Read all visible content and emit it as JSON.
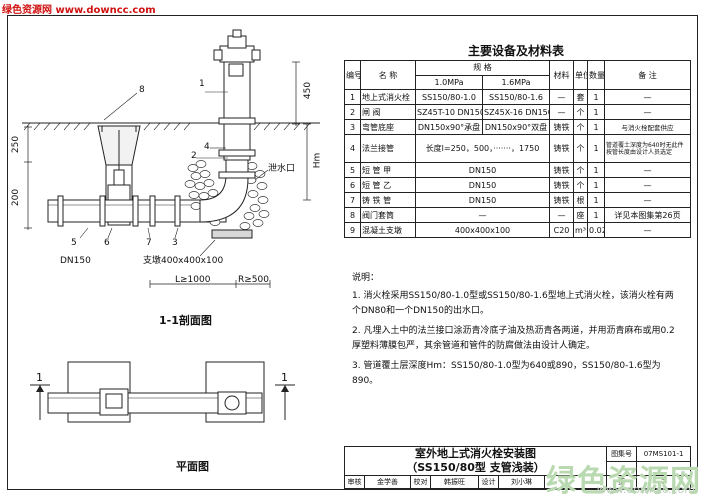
{
  "watermark": {
    "site": "绿色资源网 www.downcc.com",
    "logo": "绿色资源网",
    "url": "www.downcc.com"
  },
  "section_view": {
    "caption": "1-1剖面图",
    "labels": {
      "n1": "1",
      "n2": "2",
      "n3": "3",
      "n4": "4",
      "n5": "5",
      "n6": "6",
      "n7": "7",
      "n8": "8",
      "dim450": "450",
      "dim250": "250",
      "dim200": "200",
      "hm": "Hm",
      "dn150": "DN150",
      "support": "支墩400x400x100",
      "drain": "泄水口",
      "l1000": "L≥1000",
      "r500": "R≥500"
    }
  },
  "plan_view": {
    "caption": "平面图",
    "marker": "1"
  },
  "materials": {
    "title": "主要设备及材料表",
    "headers": {
      "no": "编号",
      "name": "名  称",
      "spec": "规  格",
      "material": "材料",
      "unit": "单位",
      "qty": "数量",
      "remark": "备  注"
    },
    "pressure": {
      "p1": "1.0MPa",
      "p2": "1.6MPa"
    },
    "rows": [
      {
        "no": "1",
        "name": "地上式消火栓",
        "spec1": "SS150/80-1.0",
        "spec2": "SS150/80-1.6",
        "material": "—",
        "unit": "套",
        "qty": "1",
        "remark": "—"
      },
      {
        "no": "2",
        "name": "闸  阀",
        "spec1": "SZ45T-10 DN150",
        "spec2": "SZ45X-16 DN150",
        "material": "—",
        "unit": "个",
        "qty": "1",
        "remark": "—"
      },
      {
        "no": "3",
        "name": "弯管底座",
        "spec1": "DN150x90°承盘",
        "spec2": "DN150x90°双盘",
        "material": "铸铁",
        "unit": "个",
        "qty": "1",
        "remark": "与消火栓配套供应"
      },
      {
        "no": "4",
        "name": "法兰接管",
        "spec": "长度l=250，500，·······，1750",
        "material": "铸铁",
        "unit": "个",
        "qty": "1",
        "remark": "管道覆土深度为640时无此件 按管长度由设计人员选定"
      },
      {
        "no": "5",
        "name": "短 管 甲",
        "spec": "DN150",
        "material": "铸铁",
        "unit": "个",
        "qty": "1",
        "remark": "—"
      },
      {
        "no": "6",
        "name": "短 管 乙",
        "spec": "DN150",
        "material": "铸铁",
        "unit": "个",
        "qty": "1",
        "remark": "—"
      },
      {
        "no": "7",
        "name": "铸 铁 管",
        "spec": "DN150",
        "material": "铸铁",
        "unit": "根",
        "qty": "1",
        "remark": "—"
      },
      {
        "no": "8",
        "name": "阀门套筒",
        "spec": "—",
        "material": "—",
        "unit": "座",
        "qty": "1",
        "remark": "详见本图集第26页"
      },
      {
        "no": "9",
        "name": "混凝土支墩",
        "spec": "400x400x100",
        "material": "C20",
        "unit": "m³",
        "qty": "0.02",
        "remark": "—"
      }
    ]
  },
  "notes": {
    "title": "说明：",
    "items": [
      "1. 消火栓采用SS150/80-1.0型或SS150/80-1.6型地上式消火栓，该消火栓有两个DN80和一个DN150的出水口。",
      "2. 凡埋入土中的法兰接口涂沥青冷底子油及热沥青各两道，并用沥青麻布或用0.2厚塑料薄膜包严，其余管道和管件的防腐做法由设计人确定。",
      "3. 管道覆土层深度Hm：SS150/80-1.0型为640或890，SS150/80-1.6型为890。"
    ]
  },
  "title_block": {
    "title_line1": "室外地上式消火栓安装图",
    "title_line2": "（SS150/80型  支管浅装）",
    "atlas_label": "图集号",
    "atlas_no": "07MS101-1",
    "review": "审核",
    "reviewer": "金学善",
    "check": "校对",
    "checker": "韩振旺",
    "design": "设计",
    "designer": "刘小琳",
    "page_label": "页",
    "page_no": "7"
  }
}
